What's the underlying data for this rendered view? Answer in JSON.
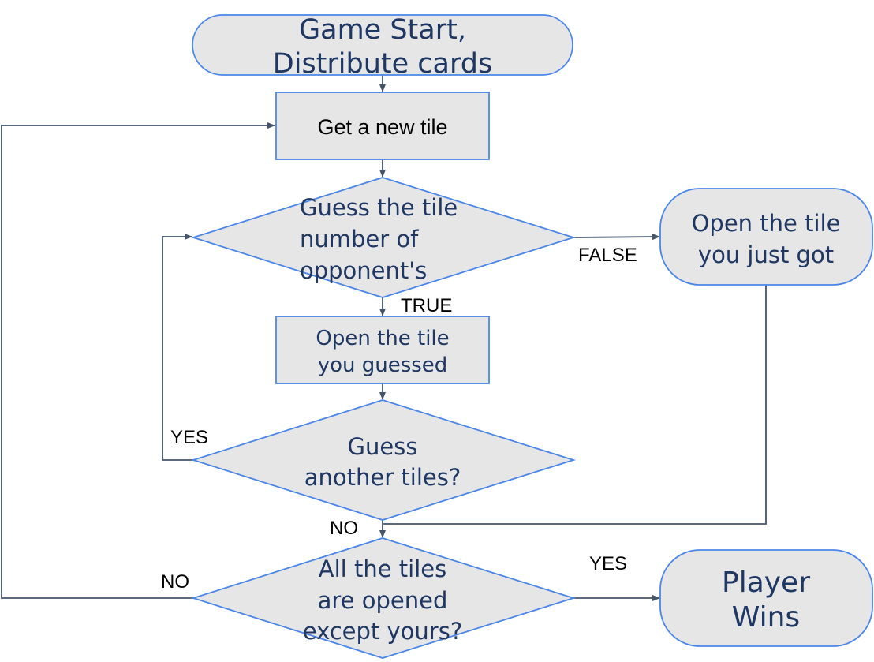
{
  "nodes": {
    "start": {
      "line1": "Game Start,",
      "line2": "Distribute cards"
    },
    "get_tile": {
      "label": "Get a new tile"
    },
    "guess": {
      "line1": "Guess the tile",
      "line2": "number of",
      "line3": "opponent's"
    },
    "open_got": {
      "line1": "Open the tile",
      "line2": "you just got"
    },
    "open_guessed": {
      "line1": "Open the tile",
      "line2": "you guessed"
    },
    "guess_another": {
      "line1": "Guess",
      "line2": "another tiles?"
    },
    "all_opened": {
      "line1": "All the tiles",
      "line2": "are opened",
      "line3": "except yours?"
    },
    "player_wins": {
      "line1": "Player",
      "line2": "Wins"
    }
  },
  "edge_labels": {
    "false": "FALSE",
    "true": "TRUE",
    "yes_loop": "YES",
    "no_down": "NO",
    "no_back": "NO",
    "yes_win": "YES"
  },
  "colors": {
    "fill": "#e7e6e6",
    "border": "#4a86e8",
    "connector": "#44546a",
    "text": "#1f3763"
  }
}
